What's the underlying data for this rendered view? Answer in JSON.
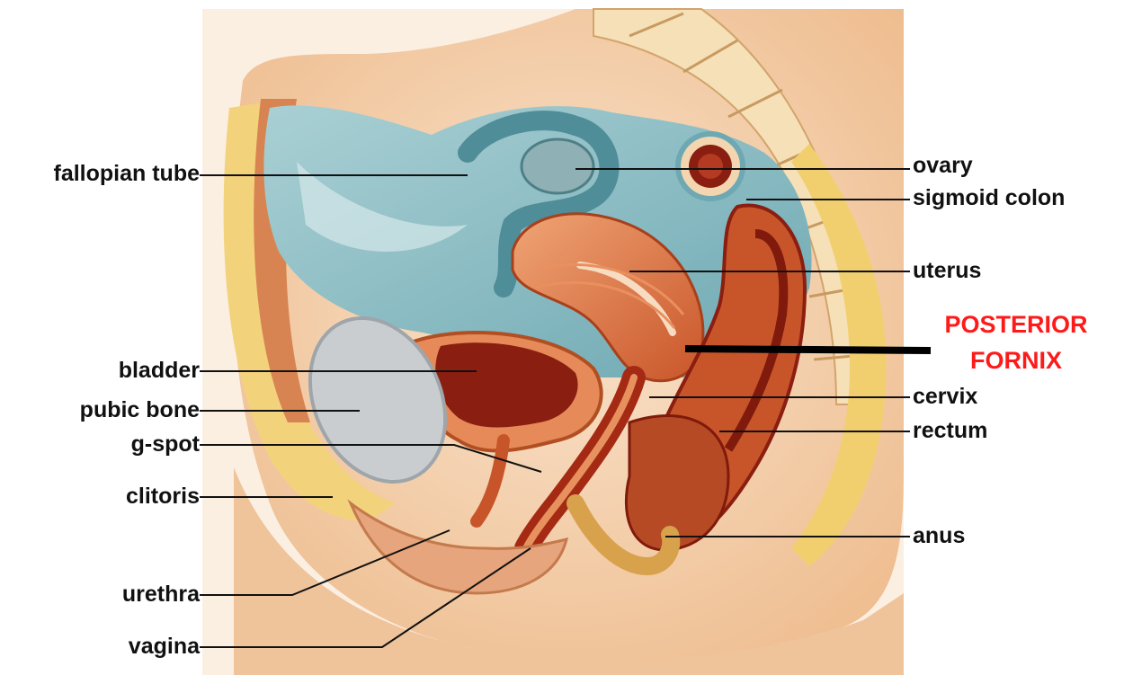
{
  "colors": {
    "label_text": "#111111",
    "leader_line": "#111111",
    "highlight_text": "#ff1a1a",
    "background": "#ffffff",
    "skin": "#f6d6b4",
    "fat": "#f1cf6a",
    "muscle": "#d2692e",
    "peritoneum_blue": "#8fbfc6",
    "organ_dark": "#8a1e10",
    "bone": "#fbe6c8"
  },
  "labels": {
    "fallopian_tube": "fallopian tube",
    "bladder": "bladder",
    "pubic_bone": "pubic bone",
    "g_spot": "g-spot",
    "clitoris": "clitoris",
    "urethra": "urethra",
    "vagina": "vagina",
    "ovary": "ovary",
    "sigmoid_colon": "sigmoid colon",
    "uterus": "uterus",
    "cervix": "cervix",
    "rectum": "rectum",
    "anus": "anus"
  },
  "highlight": {
    "line1": "POSTERIOR",
    "line2": "FORNIX"
  }
}
